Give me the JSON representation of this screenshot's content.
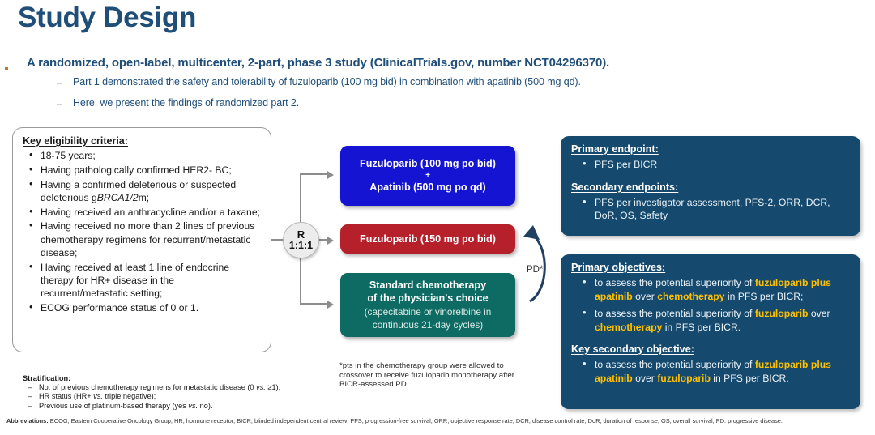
{
  "header": {
    "title": "Study Design",
    "lead": "A randomized, open-label, multicenter, 2-part, phase 3 study (ClinicalTrials.gov, number NCT04296370).",
    "sub_bullets": [
      "Part 1 demonstrated the safety and tolerability of fuzuloparib (100 mg bid) in combination with apatinib (500 mg qd).",
      "Here, we present the findings of randomized part 2."
    ]
  },
  "eligibility": {
    "heading": "Key eligibility criteria:",
    "items": [
      "18-75 years;",
      "Having pathologically confirmed HER2- BC;",
      "Having a confirmed deleterious or suspected deleterious gBRCA1/2m;",
      "Having received an anthracycline and/or a taxane;",
      "Having received no more than 2 lines of previous chemotherapy regimens for recurrent/metastatic disease;",
      "Having received at least 1 line of endocrine therapy for HR+ disease in the recurrent/metastatic setting;",
      "ECOG performance status of 0 or 1."
    ]
  },
  "stratification": {
    "heading": "Stratification:",
    "items": [
      "No. of previous chemotherapy regimens for metastatic disease (0 vs. ≥1);",
      "HR status (HR+ vs. triple negative);",
      "Previous use of platinum-based therapy (yes vs. no)."
    ]
  },
  "randomization": {
    "letter": "R",
    "ratio": "1:1:1"
  },
  "arms": [
    {
      "id": "combination",
      "color": "#1414d2",
      "line1": "Fuzuloparib (100 mg po bid)",
      "line2": "+",
      "line3": "Apatinib (500 mg po qd)"
    },
    {
      "id": "fuzuloparib-mono",
      "color": "#b5202b",
      "line1": "Fuzuloparib (150 mg po bid)"
    },
    {
      "id": "chemotherapy",
      "color": "#0d6b64",
      "line1": "Standard chemotherapy",
      "line2": "of the physician's choice",
      "line3": "(capecitabine or vinorelbine in",
      "line4": "continuous 21-day cycles)"
    }
  ],
  "crossover": {
    "label": "PD*",
    "footnote": "*pts in the chemotherapy group were allowed to crossover to receive fuzuloparib monotherapy after BICR-assessed PD."
  },
  "endpoints": {
    "primary_heading": "Primary endpoint:",
    "primary_items": [
      "PFS per BICR"
    ],
    "secondary_heading": "Secondary endpoints:",
    "secondary_items": [
      "PFS per investigator assessment, PFS-2, ORR, DCR, DoR, OS, Safety"
    ]
  },
  "objectives": {
    "primary_heading": "Primary objectives:",
    "primary_items": [
      {
        "parts": [
          {
            "t": "to assess the potential superiority of ",
            "hl": false
          },
          {
            "t": "fuzuloparib plus apatinib",
            "hl": true
          },
          {
            "t": " over ",
            "hl": false
          },
          {
            "t": "chemotherapy",
            "hl": true
          },
          {
            "t": " in PFS per BICR;",
            "hl": false
          }
        ]
      },
      {
        "parts": [
          {
            "t": "to assess the potential superiority of ",
            "hl": false
          },
          {
            "t": "fuzuloparib",
            "hl": true
          },
          {
            "t": " over ",
            "hl": false
          },
          {
            "t": "chemotherapy",
            "hl": true
          },
          {
            "t": " in PFS per BICR.",
            "hl": false
          }
        ]
      }
    ],
    "secondary_heading": "Key secondary objective:",
    "secondary_items": [
      {
        "parts": [
          {
            "t": "to assess the potential superiority of ",
            "hl": false
          },
          {
            "t": "fuzuloparib plus apatinib",
            "hl": true
          },
          {
            "t": " over ",
            "hl": false
          },
          {
            "t": "fuzuloparib",
            "hl": true
          },
          {
            "t": " in PFS per BICR.",
            "hl": false
          }
        ]
      }
    ],
    "highlight_color": "#ffc000"
  },
  "abbreviations": {
    "label": "Abbreviations:",
    "text": " ECOG, Eastern Cooperative Oncology Group; HR, hormone receptor; BICR, blinded independent central review; PFS, progression-free survival; ORR, objective response rate; DCR, disease control rate; DoR, duration of response; OS, overall survival; PD: progressive disease."
  }
}
